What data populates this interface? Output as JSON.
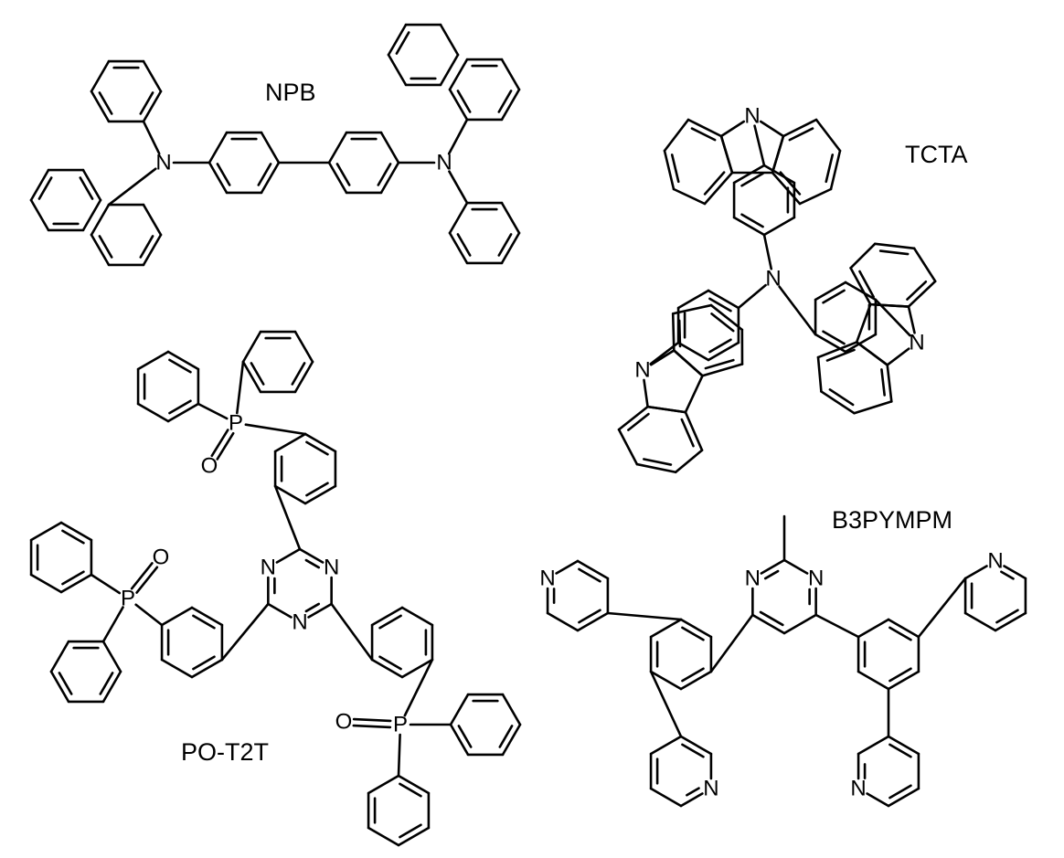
{
  "molecules": [
    {
      "id": "npb",
      "label": "NPB"
    },
    {
      "id": "tcta",
      "label": "TCTA"
    },
    {
      "id": "po-t2t",
      "label": "PO-T2T"
    },
    {
      "id": "b3pympm",
      "label": "B3PYMPM"
    }
  ],
  "colors": {
    "ink": "#000000",
    "background": "#ffffff"
  }
}
